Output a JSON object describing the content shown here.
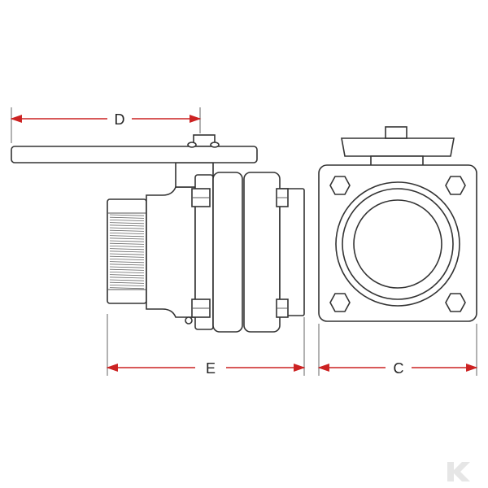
{
  "dimensions": {
    "d_label": "D",
    "e_label": "E",
    "c_label": "C"
  },
  "colors": {
    "dimension_line": "#cc2222",
    "outline": "#333333",
    "background": "#ffffff",
    "watermark": "#e6e6e6"
  },
  "icons": {
    "watermark": "k-logo-icon"
  }
}
